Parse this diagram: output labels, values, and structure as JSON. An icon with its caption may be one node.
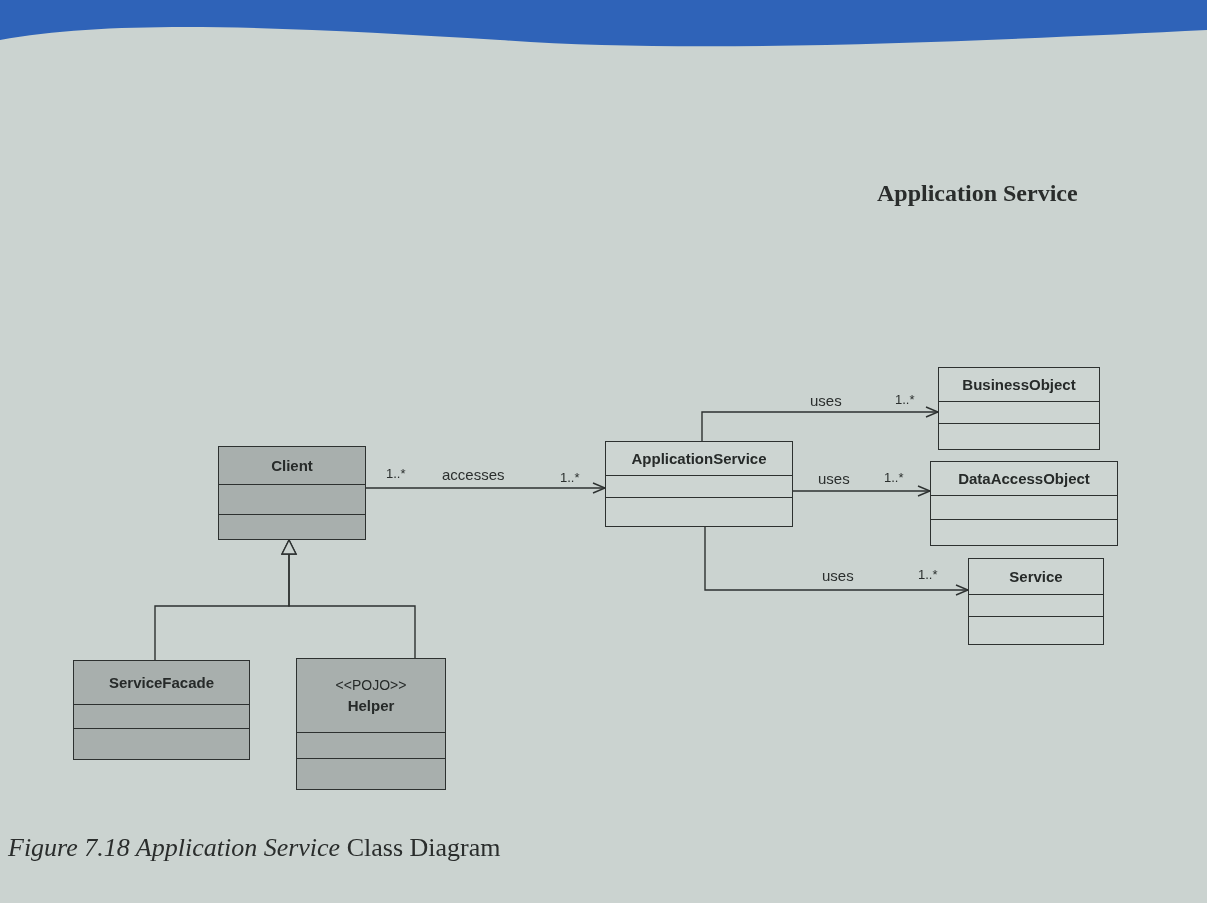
{
  "diagram": {
    "caption": "*Figure 7.18 Application Service* Class Diagram",
    "nodes": [
      {
        "text": [
          "Client"
        ]
      },
      {
        "text": [
          "ApplicationService"
        ]
      },
      {
        "text": [
          "BusinessObject"
        ]
      },
      {
        "text": [
          "DataAccessObject"
        ]
      },
      {
        "text": [
          "Service"
        ]
      },
      {
        "text": [
          "ServiceFacade"
        ]
      },
      {
        "text": [
          "<<POJO>>",
          "Helper"
        ]
      }
    ],
    "edges": [
      {
        "from": 0,
        "to": 1,
        "arrow": "to",
        "label": "accesses"
      },
      {
        "from": 1,
        "to": 2,
        "arrow": "to",
        "label": "uses"
      },
      {
        "from": 1,
        "to": 3,
        "arrow": "to",
        "label": "uses"
      },
      {
        "from": 1,
        "to": 4,
        "arrow": "to",
        "label": "uses"
      },
      {
        "from": 5,
        "to": 0,
        "arrow": "to"
      },
      {
        "from": 6,
        "to": 0,
        "arrow": "to"
      }
    ],
    "labels": [
      "Application Service",
      "1..*",
      "1..*",
      "1..*",
      "1..*",
      "1..*"
    ]
  }
}
